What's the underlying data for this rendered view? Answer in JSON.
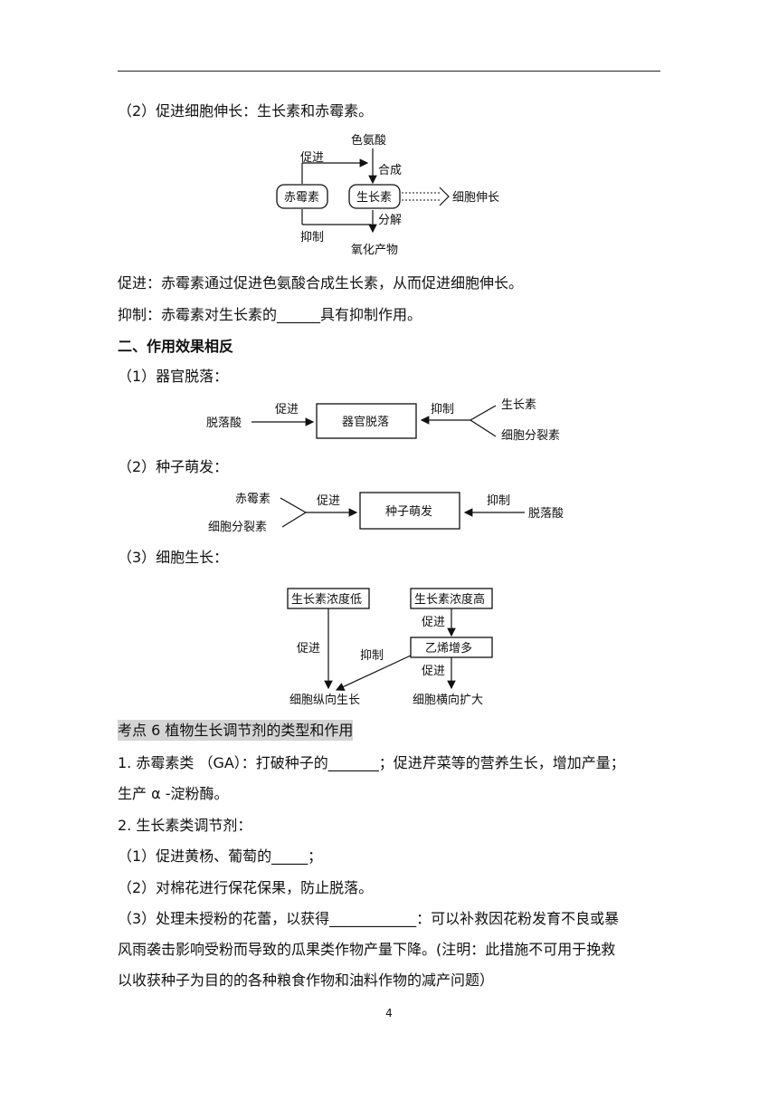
{
  "text": {
    "s2_title": "（2）促进细胞伸长：生长素和赤霉素。",
    "promote_line": "促进：赤霉素通过促进色氨酸合成生长素，从而促进细胞伸长。",
    "inhibit_line": "抑制：赤霉素对生长素的______具有抑制作用。",
    "sec2_heading": "二、作用效果相反",
    "s1_organ": "（1）器官脱落：",
    "s2_seed": "（2）种子萌发：",
    "s3_cell": "（3）细胞生长：",
    "k6": "考点 6  植物生长调节剂的类型和作用",
    "p1a": "1. 赤霉素类 （GA）：打破种子的_______；促进芹菜等的营养生长，增加产量；",
    "p1b": "生产 α -淀粉酶。",
    "p2": "2. 生长素类调节剂：",
    "p2_1": "（1）促进黄杨、葡萄的_____；",
    "p2_2": "（2）对棉花进行保花保果，防止脱落。",
    "p2_3a": "（3）处理未授粉的花蕾，以获得____________：可以补救因花粉发育不良或暴",
    "p2_3b": "风雨袭击影响受粉而导致的瓜果类作物产量下降。(注明：此措施不可用于挽救",
    "p2_3c": "以收获种子为目的的各种粮食作物和油料作物的减产问题）",
    "page_num": "4"
  },
  "d1": {
    "tryptophan": "色氨酸",
    "synth": "合成",
    "promote": "促进",
    "ga": "赤霉素",
    "iaa": "生长素",
    "elong": "细胞伸长",
    "decomp": "分解",
    "inhibit": "抑制",
    "oxid": "氧化产物"
  },
  "d2": {
    "aba": "脱落酸",
    "promote": "促进",
    "center": "器官脱落",
    "inhibit": "抑制",
    "iaa": "生长素",
    "ck": "细胞分裂素"
  },
  "d3": {
    "ga": "赤霉素",
    "ck": "细胞分裂素",
    "promote": "促进",
    "center": "种子萌发",
    "inhibit": "抑制",
    "aba": "脱落酸"
  },
  "d4": {
    "low": "生长素浓度低",
    "high": "生长素浓度高",
    "promote1": "促进",
    "promote2": "促进",
    "ethylene": "乙烯增多",
    "inhibit": "抑制",
    "promote3": "促进",
    "vertical": "细胞纵向生长",
    "lateral": "细胞横向扩大"
  }
}
